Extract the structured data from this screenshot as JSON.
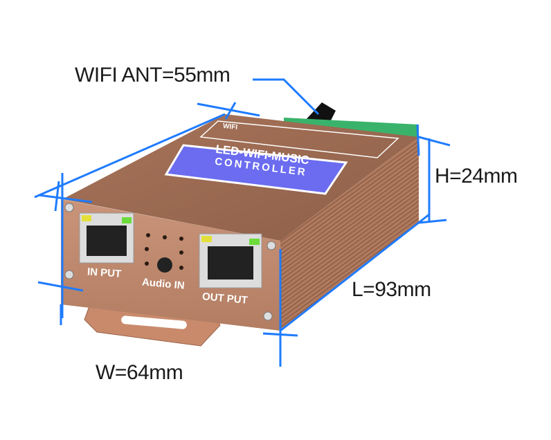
{
  "labels": {
    "antenna": "WIFI ANT=55mm",
    "height": "H=24mm",
    "length": "L=93mm",
    "width": "W=64mm"
  },
  "device": {
    "title_line1": "LED-WIFI-MUSIC",
    "title_line2": "CONTROLLER",
    "wifi_label": "WIFI",
    "port_input": "IN PUT",
    "port_audio": "Audio IN",
    "port_output": "OUT PUT"
  },
  "colors": {
    "dimension_line": "#1e7bff",
    "body": "#b07a5e",
    "badge": "#6b6cf0",
    "terminal": "#39b36b"
  }
}
